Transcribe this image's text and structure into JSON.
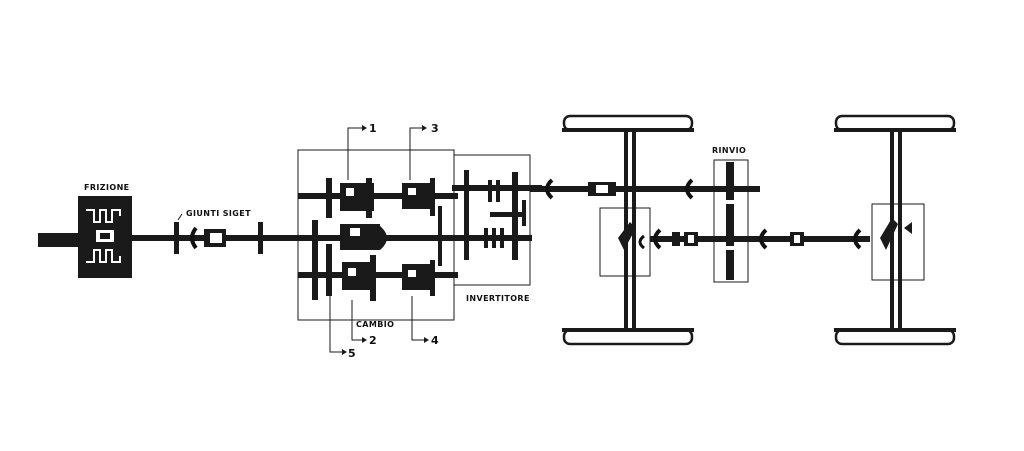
{
  "labels": {
    "frizione": "FRIZIONE",
    "giunti": "GIUNTI SIGET",
    "cambio": "CAMBIO",
    "invertitore": "INVERTITORE",
    "rinvio": "RINVIO"
  },
  "callouts": {
    "n1": "1",
    "n2": "2",
    "n3": "3",
    "n4": "4",
    "n5": "5"
  }
}
